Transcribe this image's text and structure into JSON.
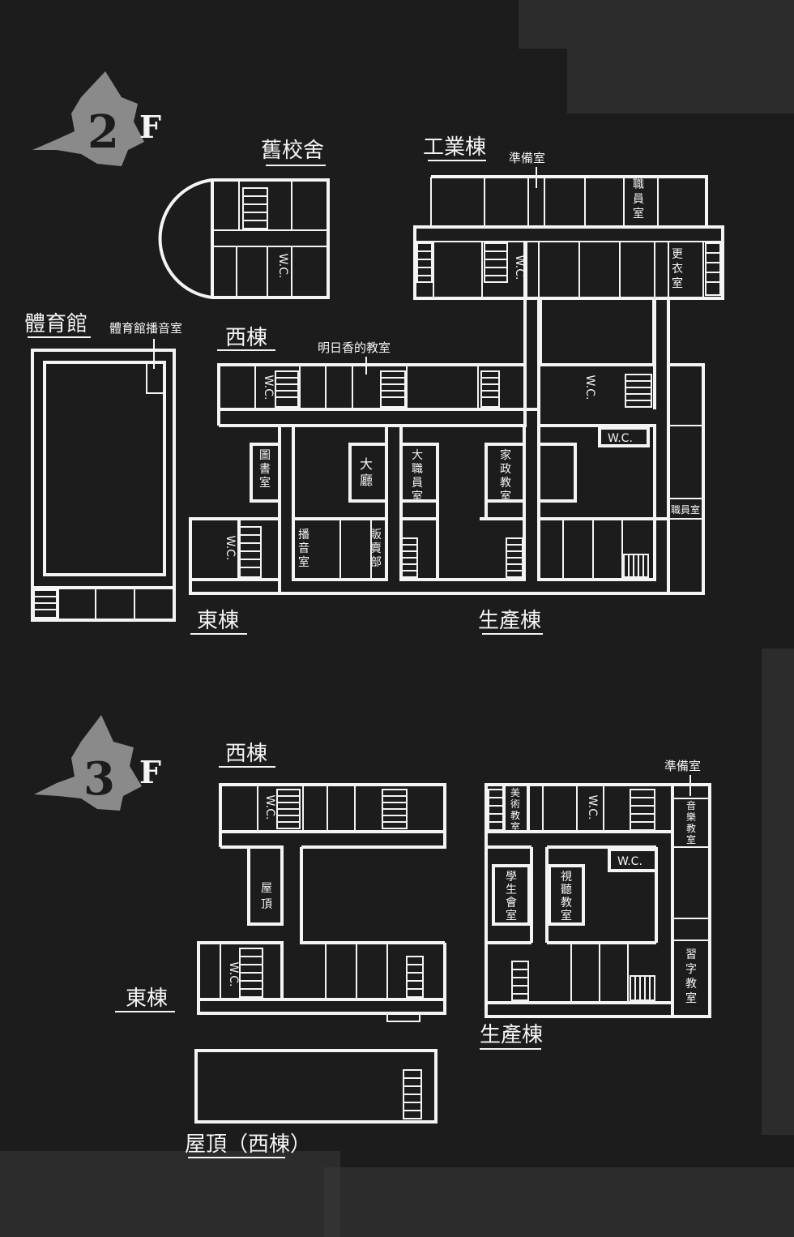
{
  "floor2": {
    "number": "2",
    "suffix": "F",
    "buildings": {
      "old_school": "舊校舍",
      "industrial": "工業棟",
      "gym": "體育館",
      "west": "西棟",
      "east": "東棟",
      "production": "生產棟"
    },
    "rooms": {
      "prep_room": "準備室",
      "gym_broadcast": "體育館播音室",
      "asuka_classroom": "明日香的教室",
      "staff_room": "職員室",
      "locker_room": "更衣室",
      "library": "圖書室",
      "hall": "大廳",
      "main_staff_room": "大職員室",
      "home_ec": "家政教室",
      "broadcast": "播音室",
      "shop": "販賣部",
      "staff_room_small": "職員室",
      "wc": "W.C.",
      "wc_vertical": "W.C."
    }
  },
  "floor3": {
    "number": "3",
    "suffix": "F",
    "buildings": {
      "west": "西棟",
      "east": "東棟",
      "production": "生產棟",
      "rooftop_west": "屋頂（西棟）"
    },
    "rooms": {
      "prep_room": "準備室",
      "art_room": "美術教室",
      "music_room": "音樂教室",
      "rooftop": "屋頂",
      "student_council": "學生會室",
      "av_room": "視聽教室",
      "study_room": "習字教室",
      "wc": "W.C.",
      "wc_vertical": "W.C."
    }
  }
}
